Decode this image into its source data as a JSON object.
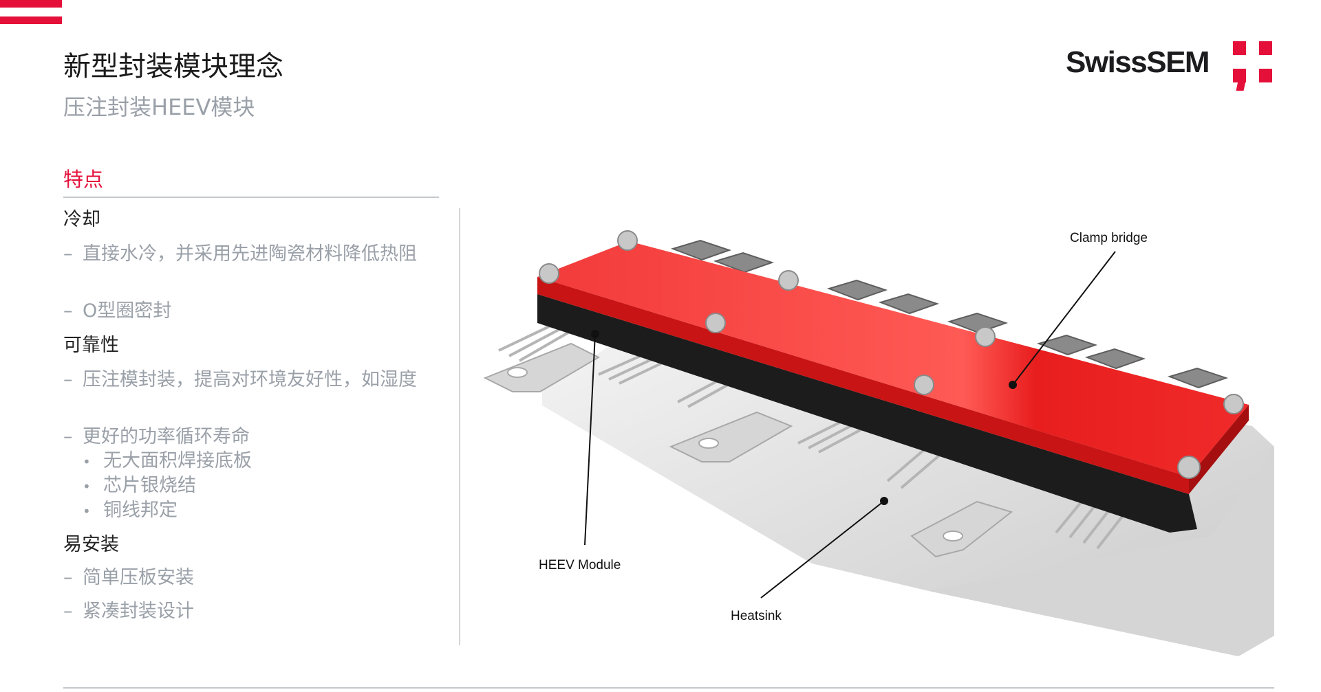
{
  "header": {
    "title": "新型封装模块理念",
    "subtitle": "压注封装HEEV模块",
    "logo_text": "SwissSEM"
  },
  "section_title": "特点",
  "groups": [
    {
      "heading": "冷却",
      "items": [
        "直接水冷，并采用先进陶瓷材料降低热阻",
        "O型圈密封"
      ]
    },
    {
      "heading": "可靠性",
      "items": [
        "压注模封装，提高对环境友好性，如湿度",
        "更好的功率循环寿命"
      ],
      "subitems": [
        "无大面积焊接底板",
        "芯片银烧结",
        "铜线邦定"
      ]
    },
    {
      "heading": "易安装",
      "items": [
        "简单压板安装",
        "紧凑封装设计"
      ]
    }
  ],
  "bullets": {
    "dash": "–",
    "dot": "•"
  },
  "figure": {
    "labels": {
      "clamp": "Clamp bridge",
      "module": "HEEV Module",
      "heatsink": "Heatsink"
    }
  },
  "colors": {
    "accent": "#e4103a",
    "text_dark": "#1a1a1a",
    "text_gray": "#9aa0a8"
  }
}
